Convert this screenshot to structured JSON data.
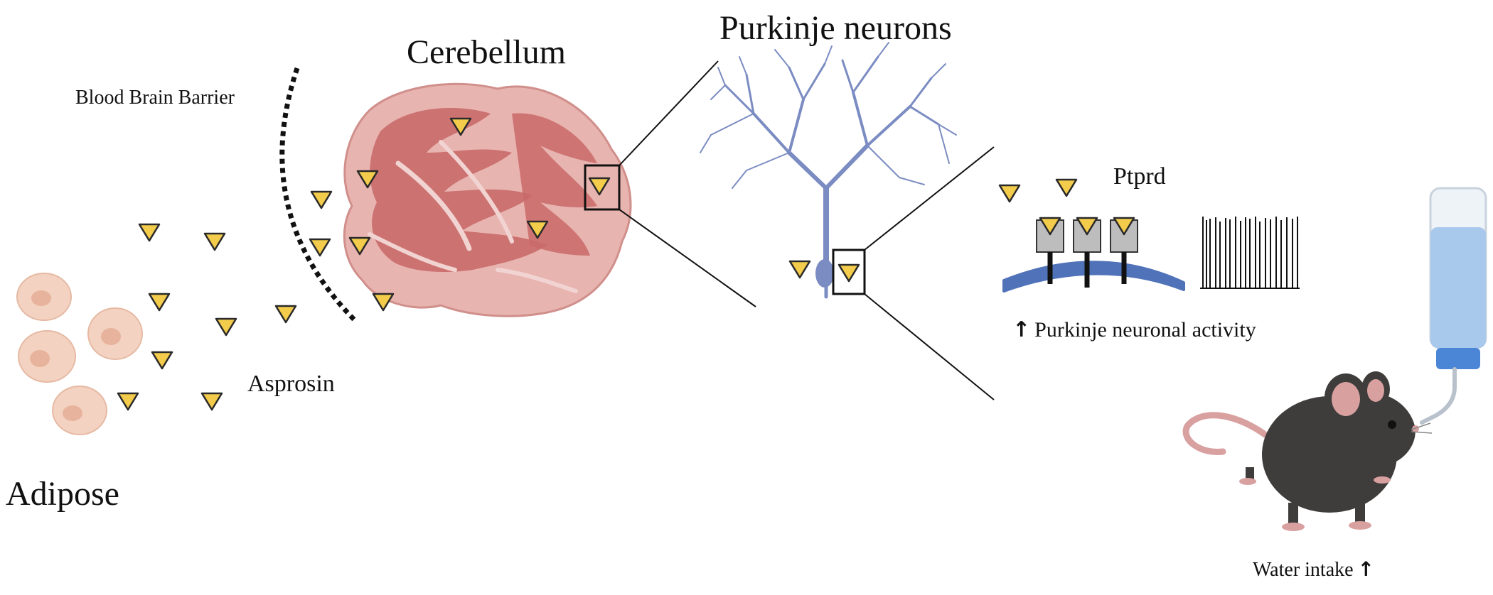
{
  "labels": {
    "cerebellum": "Cerebellum",
    "purkinje_neurons": "Purkinje neurons",
    "blood_brain_barrier": "Blood Brain Barrier",
    "ptprd": "Ptprd",
    "purkinje_activity": "Purkinje neuronal activity",
    "asprosin": "Asprosin",
    "adipose": "Adipose",
    "water_intake": "Water intake"
  },
  "icons": {
    "up_arrow": "up-arrow-icon",
    "asprosin_marker": "triangle-icon"
  },
  "colors": {
    "asprosin_fill": "#f3cc4c",
    "asprosin_stroke": "#2a2a2a",
    "cerebellum_outer": "#e8b4b0",
    "cerebellum_inner": "#c96a6a",
    "neuron": "#7b8cc2",
    "membrane": "#4f72b8",
    "receptor": "#bdbdbd",
    "adipocyte": "#f3d2c1",
    "adipocyte_nucleus": "#e7b39c",
    "mouse_body": "#3f3c3c",
    "mouse_pink": "#d9a0a0",
    "water": "#a8c8ec",
    "bottle_cap": "#4b86d6"
  }
}
